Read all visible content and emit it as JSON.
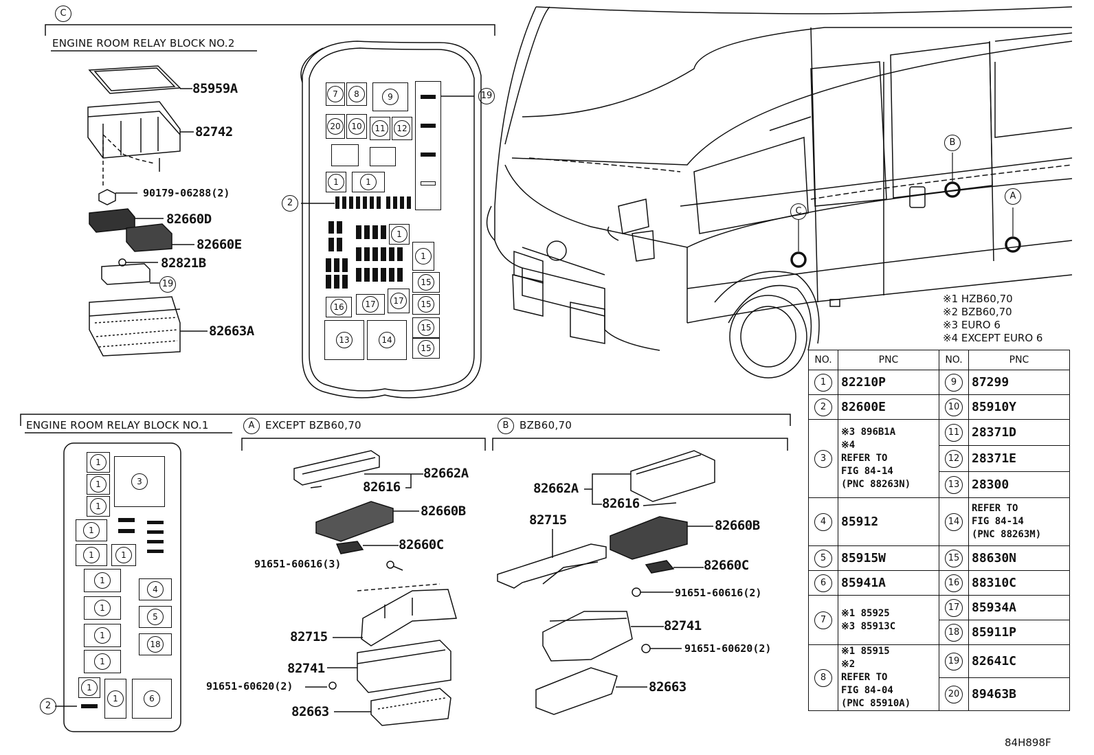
{
  "sections": {
    "c_marker": "C",
    "block2_title": "ENGINE ROOM RELAY BLOCK NO.2",
    "block1_title": "ENGINE ROOM RELAY BLOCK NO.1",
    "a_marker": "A",
    "a_title": "EXCEPT BZB60,70",
    "b_marker": "B",
    "b_title": "BZB60,70"
  },
  "block2_parts": [
    "85959A",
    "82742",
    "90179-06288(2)",
    "82660D",
    "82660E",
    "82821B",
    "19",
    "82663A"
  ],
  "a_parts": [
    "82662A",
    "82616",
    "82660B",
    "82660C",
    "91651-60616(3)",
    "82715",
    "82741",
    "91651-60620(2)",
    "82663"
  ],
  "b_parts": [
    "82662A",
    "82616",
    "82715",
    "82660B",
    "82660C",
    "91651-60616(2)",
    "82741",
    "91651-60620(2)",
    "82663"
  ],
  "relay2_labels": [
    "7",
    "8",
    "9",
    "20",
    "10",
    "11",
    "12",
    "1",
    "1",
    "2",
    "1",
    "1",
    "15",
    "16",
    "17",
    "17",
    "15",
    "15",
    "13",
    "14",
    "15",
    "19"
  ],
  "relay1_labels": [
    "1",
    "3",
    "1",
    "1",
    "1",
    "1",
    "1",
    "1",
    "4",
    "1",
    "5",
    "1",
    "18",
    "1",
    "1",
    "1",
    "6",
    "2"
  ],
  "vehicle_markers": [
    "B",
    "C",
    "A"
  ],
  "notes": [
    "※1 HZB60,70",
    "※2 BZB60,70",
    "※3 EURO 6",
    "※4 EXCEPT EURO 6"
  ],
  "table": {
    "headers": [
      "NO.",
      "PNC",
      "NO.",
      "PNC"
    ],
    "left": [
      {
        "no": "1",
        "pnc": [
          "82210P"
        ]
      },
      {
        "no": "2",
        "pnc": [
          "82600E"
        ]
      },
      {
        "no": "3",
        "pnc": [
          "※3 896B1A",
          "※4",
          "REFER TO",
          "FIG 84-14",
          "(PNC 88263N)"
        ]
      },
      {
        "no": "4",
        "pnc": [
          "85912"
        ]
      },
      {
        "no": "5",
        "pnc": [
          "85915W"
        ]
      },
      {
        "no": "6",
        "pnc": [
          "85941A"
        ]
      },
      {
        "no": "7",
        "pnc": [
          "※1 85925",
          "※3 85913C"
        ]
      },
      {
        "no": "8",
        "pnc": [
          "※1 85915",
          "※2",
          "REFER TO",
          "FIG 84-04",
          "(PNC 85910A)"
        ]
      }
    ],
    "right": [
      {
        "no": "9",
        "pnc": [
          "87299"
        ]
      },
      {
        "no": "10",
        "pnc": [
          "85910Y"
        ]
      },
      {
        "no": "11",
        "pnc": [
          "28371D"
        ]
      },
      {
        "no": "12",
        "pnc": [
          "28371E"
        ]
      },
      {
        "no": "13",
        "pnc": [
          "28300"
        ]
      },
      {
        "no": "14",
        "pnc": [
          "REFER TO",
          "FIG 84-14",
          "(PNC 88263M)"
        ]
      },
      {
        "no": "15",
        "pnc": [
          "88630N"
        ]
      },
      {
        "no": "16",
        "pnc": [
          "88310C"
        ]
      },
      {
        "no": "17",
        "pnc": [
          "85934A"
        ]
      },
      {
        "no": "18",
        "pnc": [
          "85911P"
        ]
      },
      {
        "no": "19",
        "pnc": [
          "82641C"
        ]
      },
      {
        "no": "20",
        "pnc": [
          "89463B"
        ]
      }
    ]
  },
  "figure_id": "84H898F"
}
